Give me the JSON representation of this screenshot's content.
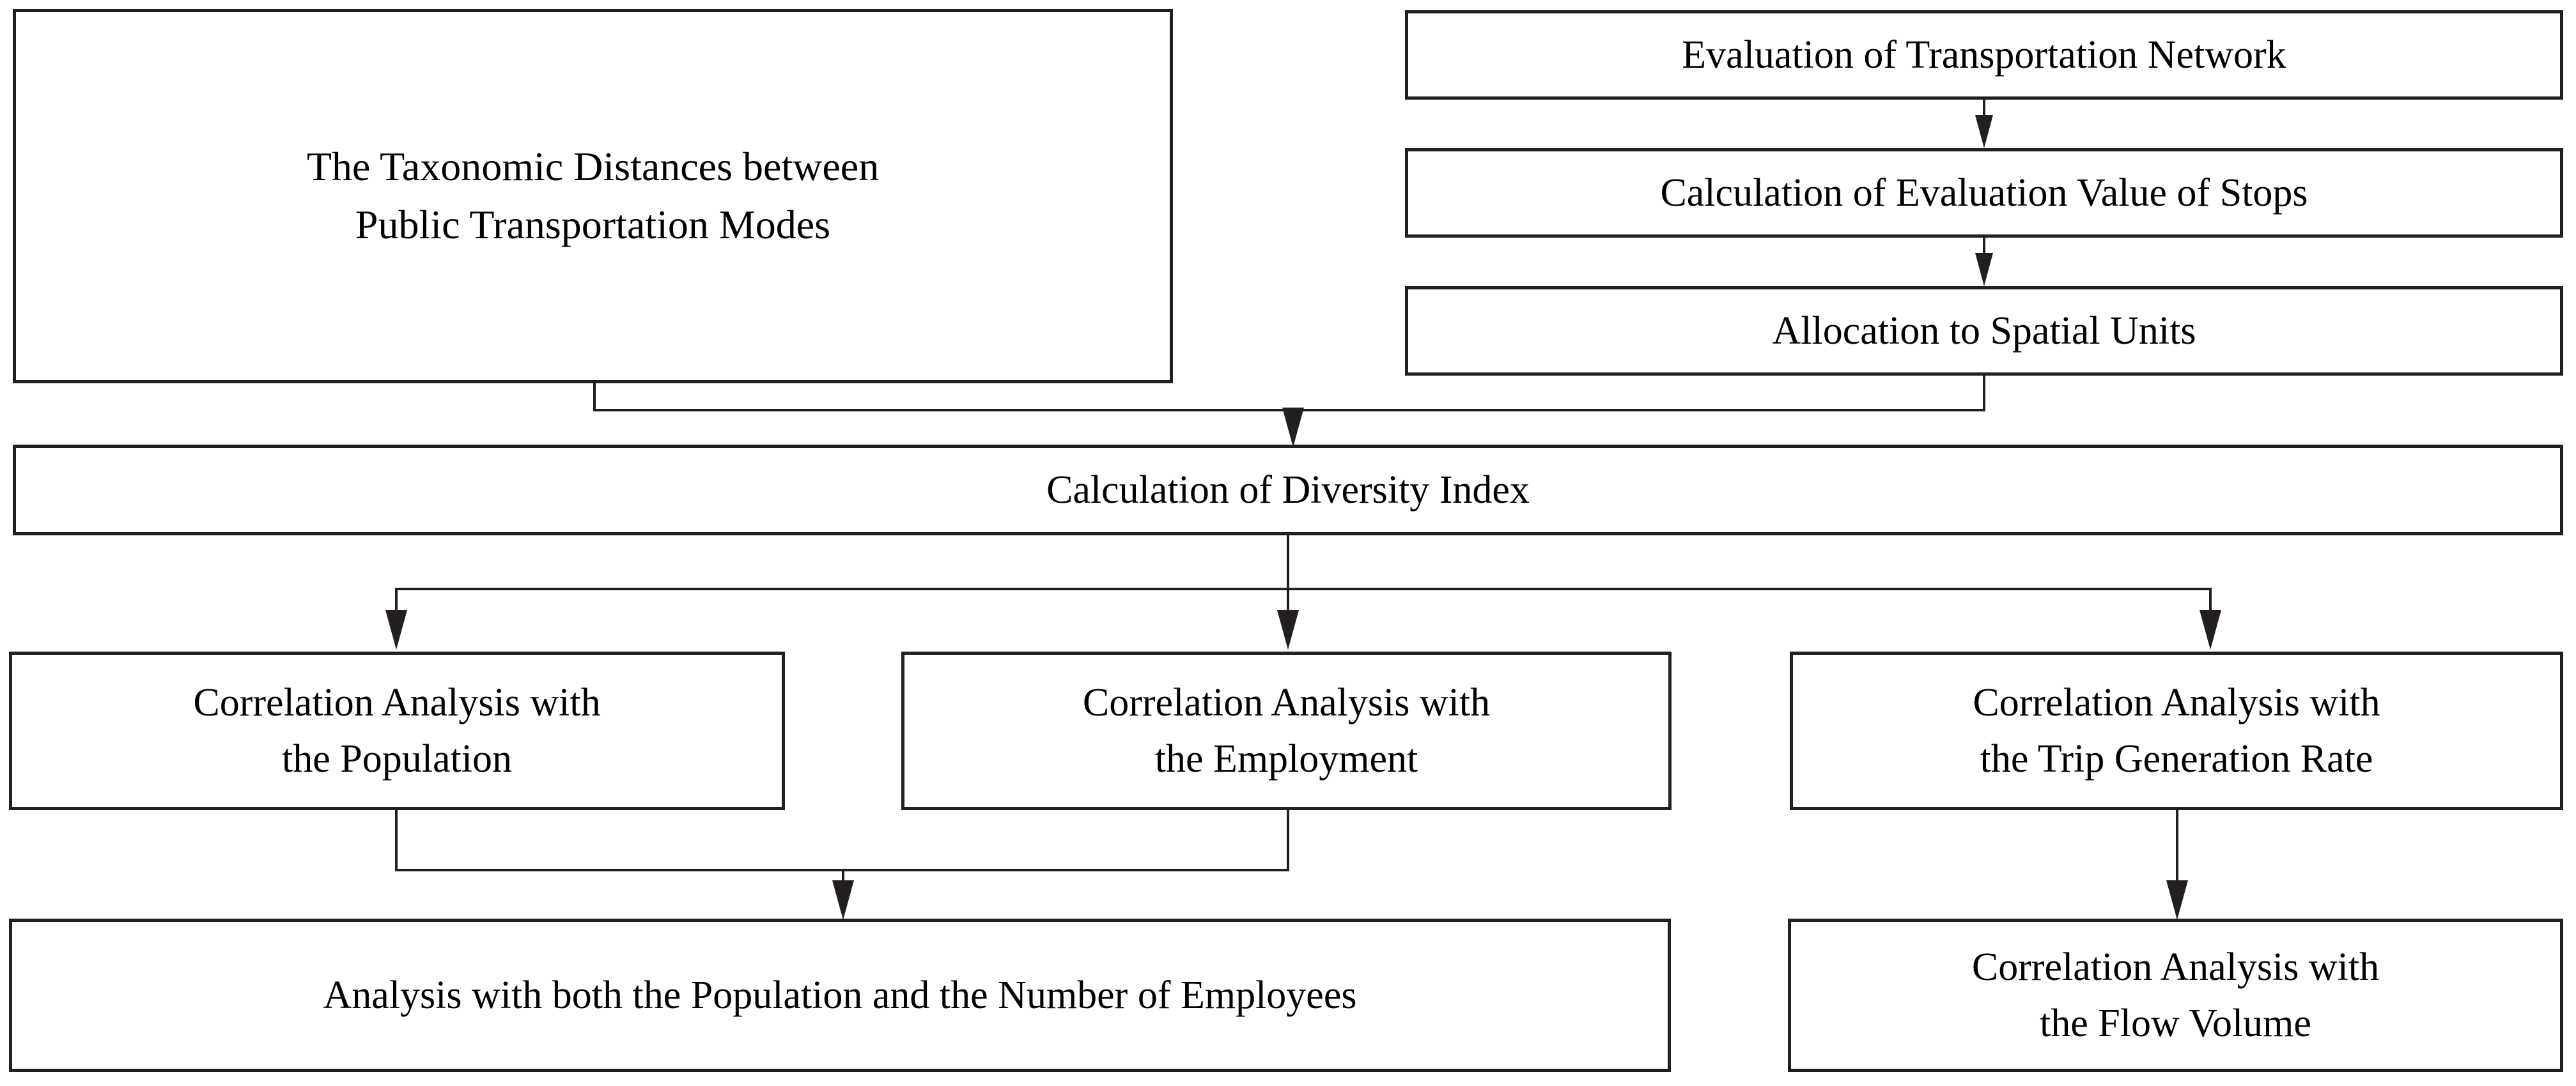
{
  "diagram": {
    "type": "flowchart",
    "title": "Methodology Flowchart for Diversity Index Analysis",
    "background_color": "#ffffff",
    "line_color": "#231f20",
    "text_color": "#000000",
    "nodes": [
      {
        "id": "taxonomic-distances",
        "label": "The Taxonomic Distances between\nPublic Transportation Modes"
      },
      {
        "id": "evaluation-transportation-network",
        "label": "Evaluation of Transportation Network"
      },
      {
        "id": "calculation-evaluation-value-stops",
        "label": "Calculation of Evaluation Value of Stops"
      },
      {
        "id": "allocation-spatial-units",
        "label": "Allocation to Spatial Units"
      },
      {
        "id": "calculation-diversity-index",
        "label": "Calculation of Diversity Index"
      },
      {
        "id": "correlation-population",
        "label": "Correlation Analysis with\nthe Population"
      },
      {
        "id": "correlation-employment",
        "label": "Correlation Analysis with\nthe Employment"
      },
      {
        "id": "correlation-trip-generation-rate",
        "label": "Correlation Analysis with\nthe Trip Generation Rate"
      },
      {
        "id": "analysis-population-employees",
        "label": "Analysis with both the Population and the Number of Employees"
      },
      {
        "id": "correlation-flow-volume",
        "label": "Correlation Analysis with\nthe Flow Volume"
      }
    ],
    "edges": [
      {
        "from": "evaluation-transportation-network",
        "to": "calculation-evaluation-value-stops"
      },
      {
        "from": "calculation-evaluation-value-stops",
        "to": "allocation-spatial-units"
      },
      {
        "from": "taxonomic-distances",
        "to": "calculation-diversity-index"
      },
      {
        "from": "allocation-spatial-units",
        "to": "calculation-diversity-index"
      },
      {
        "from": "calculation-diversity-index",
        "to": "correlation-population"
      },
      {
        "from": "calculation-diversity-index",
        "to": "correlation-employment"
      },
      {
        "from": "calculation-diversity-index",
        "to": "correlation-trip-generation-rate"
      },
      {
        "from": "correlation-population",
        "to": "analysis-population-employees"
      },
      {
        "from": "correlation-employment",
        "to": "analysis-population-employees"
      },
      {
        "from": "correlation-trip-generation-rate",
        "to": "correlation-flow-volume"
      }
    ]
  }
}
